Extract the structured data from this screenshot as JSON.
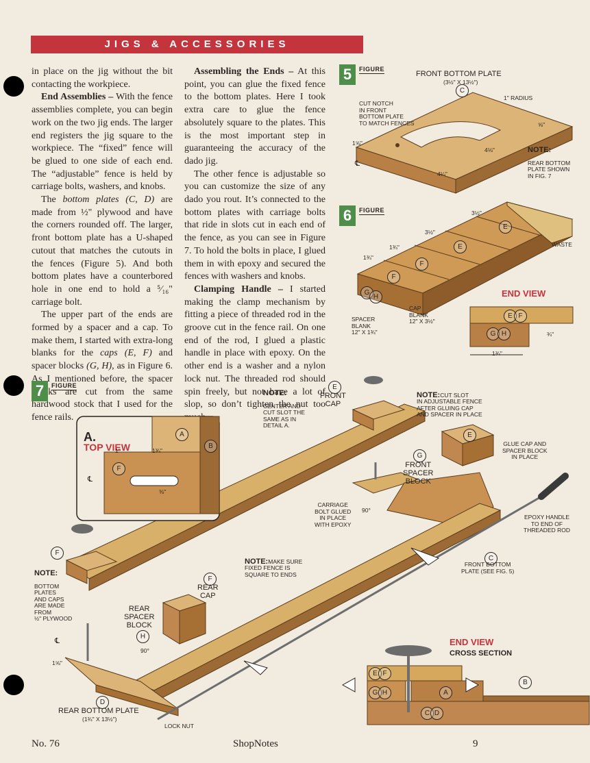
{
  "header": {
    "title": "JIGS & ACCESSORIES"
  },
  "colors": {
    "header_bar": "#c4343c",
    "figure_badge": "#4f8d4a",
    "wood": "#c9924f",
    "wood_dark": "#9c6a34",
    "ply": "#dcc28a"
  },
  "column1": {
    "p1": "in place on the jig without the bit contacting the workpiece.",
    "p2_head": "End Assemblies –",
    "p2": " With the fence assemblies complete, you can begin work on the two jig ends. The larger end registers the jig square to the workpiece. The “fixed” fence will be glued to one side of each end. The “adjustable” fence is held by carriage bolts, washers, and knobs.",
    "p3_a": "The ",
    "p3_i1": "bottom plates (C, D)",
    "p3_b": " are made from ½\" plywood and have the corners rounded off. The larger, front bottom plate has a U-shaped cutout that matches the cutouts in the fences (Figure 5). And both bottom plates have a counterbored hole in one end to hold a ⁵⁄₁₆\" carriage bolt.",
    "p4_a": "The upper part of the ends are formed by a spacer and a cap. To make them, I started with extra-long blanks for the ",
    "p4_i1": "caps (E, F)",
    "p4_b": " and spacer blocks ",
    "p4_i2": "(G, H)",
    "p4_c": ", as in Figure 6. As I mentioned before, the spacer blocks are cut from the same hardwood stock that I used for the fence rails."
  },
  "column2": {
    "p1_head": "Assembling the Ends –",
    "p1": " At this point, you can glue the fixed fence to the bottom plates. Here I took extra care to glue the fence absolutely square to the plates. This is the most important step in guaranteeing the accuracy of the dado jig.",
    "p2": "The other fence is adjustable so you can customize the size of any dado you rout. It’s connected to the bottom plates with carriage bolts that ride in slots cut in each end of the fence, as you can see in Figure 7. To hold the bolts in place, I glued them in with epoxy and secured the fences with washers and knobs.",
    "p3_head": "Clamping Handle –",
    "p3": " I started making the clamp mechanism by fitting a piece of threaded rod in the groove cut in the fence rail. On one end of the rod, I glued a plastic handle in place with epoxy. On the other end is a washer and a nylon lock nut. The threaded rod should spin freely, but not have a lot of slop, so don’t tighten the nut too much."
  },
  "figure5": {
    "number": "5",
    "word": "FIGURE",
    "title": "FRONT BOTTOM PLATE",
    "subtitle": "(3½\" x 13½\")",
    "callout": "C",
    "notch_note": "CUT NOTCH\nIN FRONT\nBOTTOM PLATE\nTO MATCH FENCES",
    "radius": "1\" RADIUS",
    "dim_5_8": "⅝\"",
    "dim_4_8": "4⅛\"",
    "dim_4_4": "4¼\"",
    "dim_1_8": "1⅝\"",
    "cl": "℄",
    "note_head": "NOTE:",
    "note_body": "REAR BOTTOM\nPLATE SHOWN\nIN FIG. 7"
  },
  "figure6": {
    "number": "6",
    "word": "FIGURE",
    "dim_a": "3½\"",
    "dim_b": "3½\"",
    "dim_c": "1¾\"",
    "dim_d": "1¾\"",
    "callout_e": "E",
    "callout_f": "F",
    "callout_g": "G",
    "callout_h": "H",
    "waste": "WASTE",
    "spacer": "SPACER\nBLANK\n12\" x 1¾\"",
    "cap": "CAP\nBLANK\n12\" x 3½\"",
    "end_view": "END VIEW",
    "ev_dim_w": "1¾\"",
    "ev_dim_h": "¾\""
  },
  "figure7": {
    "number": "7",
    "word": "FIGURE",
    "top_view_a": "a.",
    "top_view": "TOP VIEW",
    "tv_dim_1": "1\"",
    "tv_dim_2": "1¾\"",
    "tv_dim_3": "⅜\"",
    "note1_head": "NOTE:",
    "note1_body": "CENTER AND\nCUT SLOT THE\nSAME AS IN\nDETAIL a.",
    "front_cap": "FRONT\nCAP",
    "note2_head": "NOTE:",
    "note2_body": "CUT SLOT\nIN ADJUSTABLE FENCE\nAFTER GLUING CAP\nAND SPACER IN PLACE",
    "glue_cap": "GLUE CAP AND\nSPACER BLOCK\nIN PLACE",
    "front_spacer": "FRONT\nSPACER\nBLOCK",
    "carriage": "CARRIAGE\nBOLT GLUED\nIN PLACE\nWITH EPOXY",
    "angle": "90°",
    "epoxy": "EPOXY HANDLE\nTO END OF\nTHREADED ROD",
    "front_bottom": "FRONT BOTTOM\nPLATE (SEE FIG. 5)",
    "note3_head": "NOTE:",
    "note3_body": "MAKE SURE\nFIXED FENCE IS\nSQUARE TO ENDS",
    "note4_head": "NOTE:",
    "note4_body": "BOTTOM\nPLATES\nAND CAPS\nARE MADE\nFROM\n½\" PLYWOOD",
    "rear_cap": "REAR\nCAP",
    "rear_spacer": "REAR\nSPACER\nBLOCK",
    "angle2": "90°",
    "dim_1_8": "1⅝\"",
    "rear_bottom": "REAR BOTTOM PLATE",
    "rear_bottom_dim": "(1¾\" x 13½\")",
    "lock_nut": "LOCK NUT",
    "end_view": "END VIEW",
    "cross_section": "CROSS SECTION",
    "cl": "℄"
  },
  "footer": {
    "issue": "No. 76",
    "magazine": "ShopNotes",
    "page": "9"
  }
}
